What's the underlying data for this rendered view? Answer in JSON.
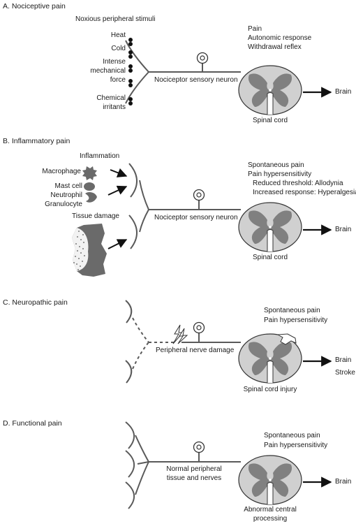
{
  "panels": {
    "a": {
      "heading": "A. Nociceptive pain",
      "stimuli_title": "Noxious peripheral stimuli",
      "stimuli": [
        "Heat",
        "Cold",
        "Intense",
        "mechanical",
        "force",
        "Chemical",
        "irritants"
      ],
      "responses": [
        "Pain",
        "Autonomic response",
        "Withdrawal reflex"
      ],
      "neuron_label": "Nociceptor sensory neuron",
      "cord_label": "Spinal cord",
      "brain_label": "Brain"
    },
    "b": {
      "heading": "B. Inflammatory pain",
      "inflammation_title": "Inflammation",
      "cells": [
        "Macrophage",
        "Mast cell",
        "Neutrophil",
        "Granulocyte"
      ],
      "tissue_damage": "Tissue damage",
      "responses": [
        "Spontaneous pain",
        "Pain hypersensitivity",
        "Reduced threshold: Allodynia",
        "Increased response: Hyperalgesia"
      ],
      "neuron_label": "Nociceptor sensory neuron",
      "cord_label": "Spinal cord",
      "brain_label": "Brain"
    },
    "c": {
      "heading": "C. Neuropathic pain",
      "responses": [
        "Spontaneous pain",
        "Pain hypersensitivity"
      ],
      "nerve_damage": "Peripheral nerve damage",
      "cord_label": "Spinal cord injury",
      "brain_label": "Brain",
      "stroke_label": "Stroke"
    },
    "d": {
      "heading": "D. Functional pain",
      "responses": [
        "Spontaneous pain",
        "Pain hypersensitivity"
      ],
      "normal_tissue": [
        "Normal peripheral",
        "tissue and nerves"
      ],
      "cord_label": [
        "Abnormal central",
        "processing"
      ],
      "brain_label": "Brain"
    }
  },
  "colors": {
    "line": "#5a5a5a",
    "cord": "#d0d0d0",
    "grey_matter": "#808080",
    "dark": "#1a1a1a"
  }
}
